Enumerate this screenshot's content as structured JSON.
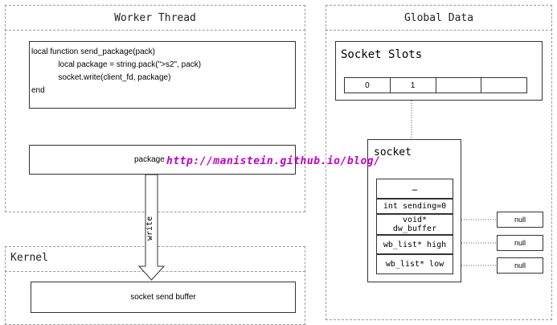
{
  "worker_thread": {
    "title": "Worker Thread",
    "code_lines": [
      "local function send_package(pack)",
      "            local package = string.pack(\">s2\", pack)",
      "            socket.write(client_fd, package)",
      "end"
    ],
    "package_label": "package"
  },
  "arrow": {
    "label": "write"
  },
  "kernel": {
    "title": "Kernel",
    "buffer_label": "socket send buffer"
  },
  "global_data": {
    "title": "Global Data",
    "socket_slots": {
      "title": "Socket Slots",
      "slots": [
        "0",
        "1",
        "",
        ""
      ]
    },
    "socket": {
      "title": "socket",
      "fields": [
        "…",
        "int sending=0",
        "void* dw_buffer",
        "wb_list* high",
        "wb_list* low"
      ],
      "null_labels": [
        "null",
        "null",
        "null"
      ]
    }
  },
  "watermark": "http://manistein.github.io/blog/"
}
